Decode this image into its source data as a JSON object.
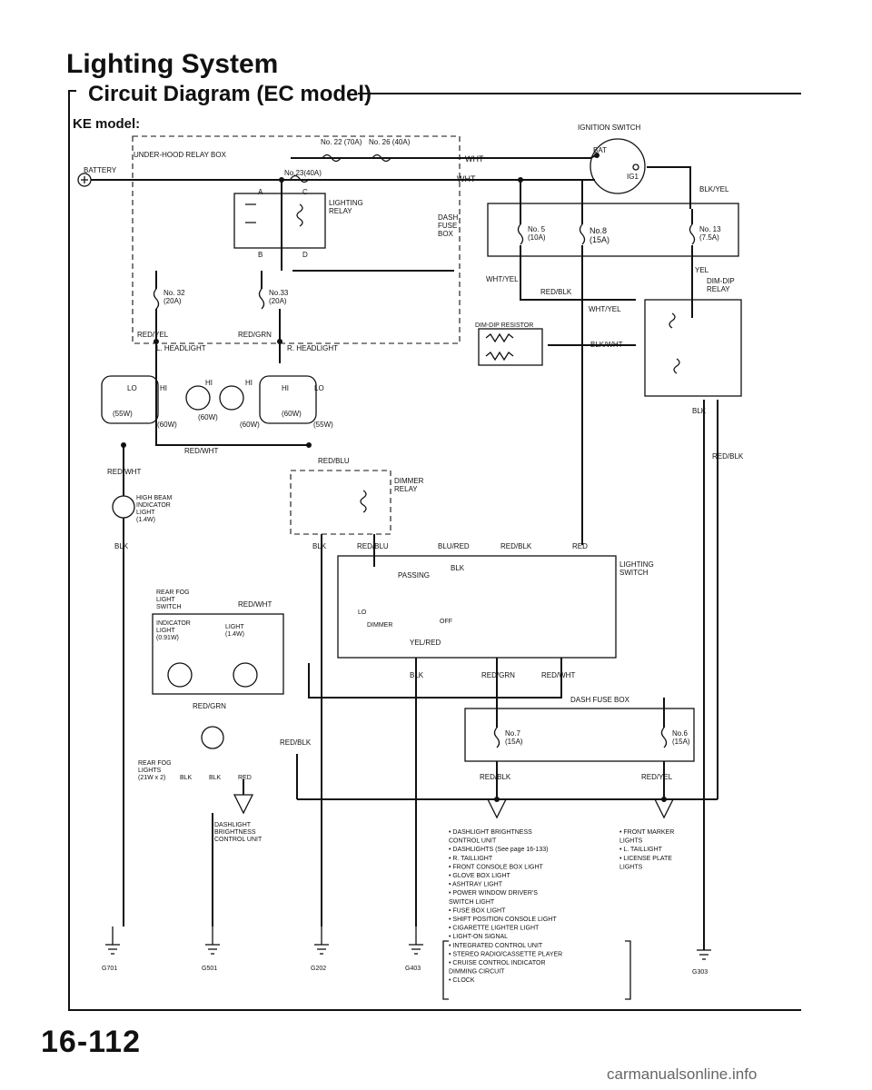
{
  "page": {
    "title": "Lighting System",
    "section": "Circuit Diagram (EC model)",
    "model": "KE model:",
    "page_number": "16-112",
    "watermark": "carmanualsonline.info"
  },
  "components": {
    "ignition_switch": "IGNITION SWITCH",
    "ig_bat": "BAT",
    "ig_ig1": "IG1",
    "underhood_box": "UNDER-HOOD RELAY BOX",
    "battery": "BATTERY",
    "fuse_22": "No. 22 (70A)",
    "fuse_26": "No. 26 (40A)",
    "fuse_23": "No.23(40A)",
    "lighting_relay": "LIGHTING RELAY",
    "dash_fuse_box": "DASH FUSE BOX",
    "fuse_5": "No. 5",
    "fuse_5_amp": "(10A)",
    "fuse_8": "No.8",
    "fuse_8_amp": "(15A)",
    "fuse_13": "No. 13",
    "fuse_13_amp": "(7.5A)",
    "fuse_32": "No. 32",
    "fuse_32_amp": "(20A)",
    "fuse_33": "No.33",
    "fuse_33_amp": "(20A)",
    "dim_dip_relay": "DIM-DIP RELAY",
    "dim_dip_resistor": "DIM-DIP RESISTOR",
    "l_headlight": "L. HEADLIGHT",
    "r_headlight": "R. HEADLIGHT",
    "lo": "LO",
    "hi": "HI",
    "w55": "(55W)",
    "w60": "(60W)",
    "high_beam": "HIGH BEAM INDICATOR LIGHT (1.4W)",
    "dimmer_relay": "DIMMER RELAY",
    "lighting_switch": "LIGHTING SWITCH",
    "passing": "PASSING",
    "dimmer": "DIMMER",
    "off": "OFF",
    "rear_fog_switch": "REAR FOG LIGHT SWITCH",
    "indicator_light": "INDICATOR LIGHT (0.91W)",
    "light_14w": "LIGHT (1.4W)",
    "rear_fog_lights": "REAR FOG LIGHTS (21W x 2)",
    "dashlight_unit": "DASHLIGHT BRIGHTNESS CONTROL UNIT",
    "dash_fuse_box2": "DASH FUSE BOX",
    "fuse_7": "No.7",
    "fuse_7_amp": "(15A)",
    "fuse_6": "No.6",
    "fuse_6_amp": "(15A)"
  },
  "wires": {
    "wht": "WHT",
    "blk_yel": "BLK/YEL",
    "yel": "YEL",
    "wht_yel": "WHT/YEL",
    "red_blk": "RED/BLK",
    "blk_wht": "BLK/WHT",
    "red_yel": "RED/YEL",
    "red_grn": "RED/GRN",
    "red_wht": "RED/WHT",
    "red_blu": "RED/BLU",
    "blu_red": "BLU/RED",
    "red": "RED",
    "blk": "BLK",
    "yel_red": "YEL/RED"
  },
  "grounds": [
    "G701",
    "G501",
    "G202",
    "G403",
    "G303"
  ],
  "loads_left": [
    "• DASHLIGHT BRIGHTNESS",
    "  CONTROL UNIT",
    "• DASHLIGHTS (See page 16-133)",
    "• R. TAILLIGHT",
    "• FRONT CONSOLE BOX LIGHT",
    "• GLOVE BOX LIGHT",
    "• ASHTRAY LIGHT",
    "• POWER WINDOW DRIVER'S",
    "  SWITCH LIGHT",
    "• FUSE BOX LIGHT",
    "• SHIFT POSITION CONSOLE LIGHT",
    "• CIGARETTE LIGHTER LIGHT",
    "• LIGHT-ON SIGNAL",
    "• INTEGRATED CONTROL UNIT",
    "• STEREO RADIO/CASSETTE PLAYER",
    "• CRUISE CONTROL INDICATOR",
    "  DIMMING CIRCUIT",
    "• CLOCK"
  ],
  "loads_right": [
    "• FRONT MARKER",
    "  LIGHTS",
    "• L. TAILLIGHT",
    "• LICENSE PLATE",
    "  LIGHTS"
  ]
}
